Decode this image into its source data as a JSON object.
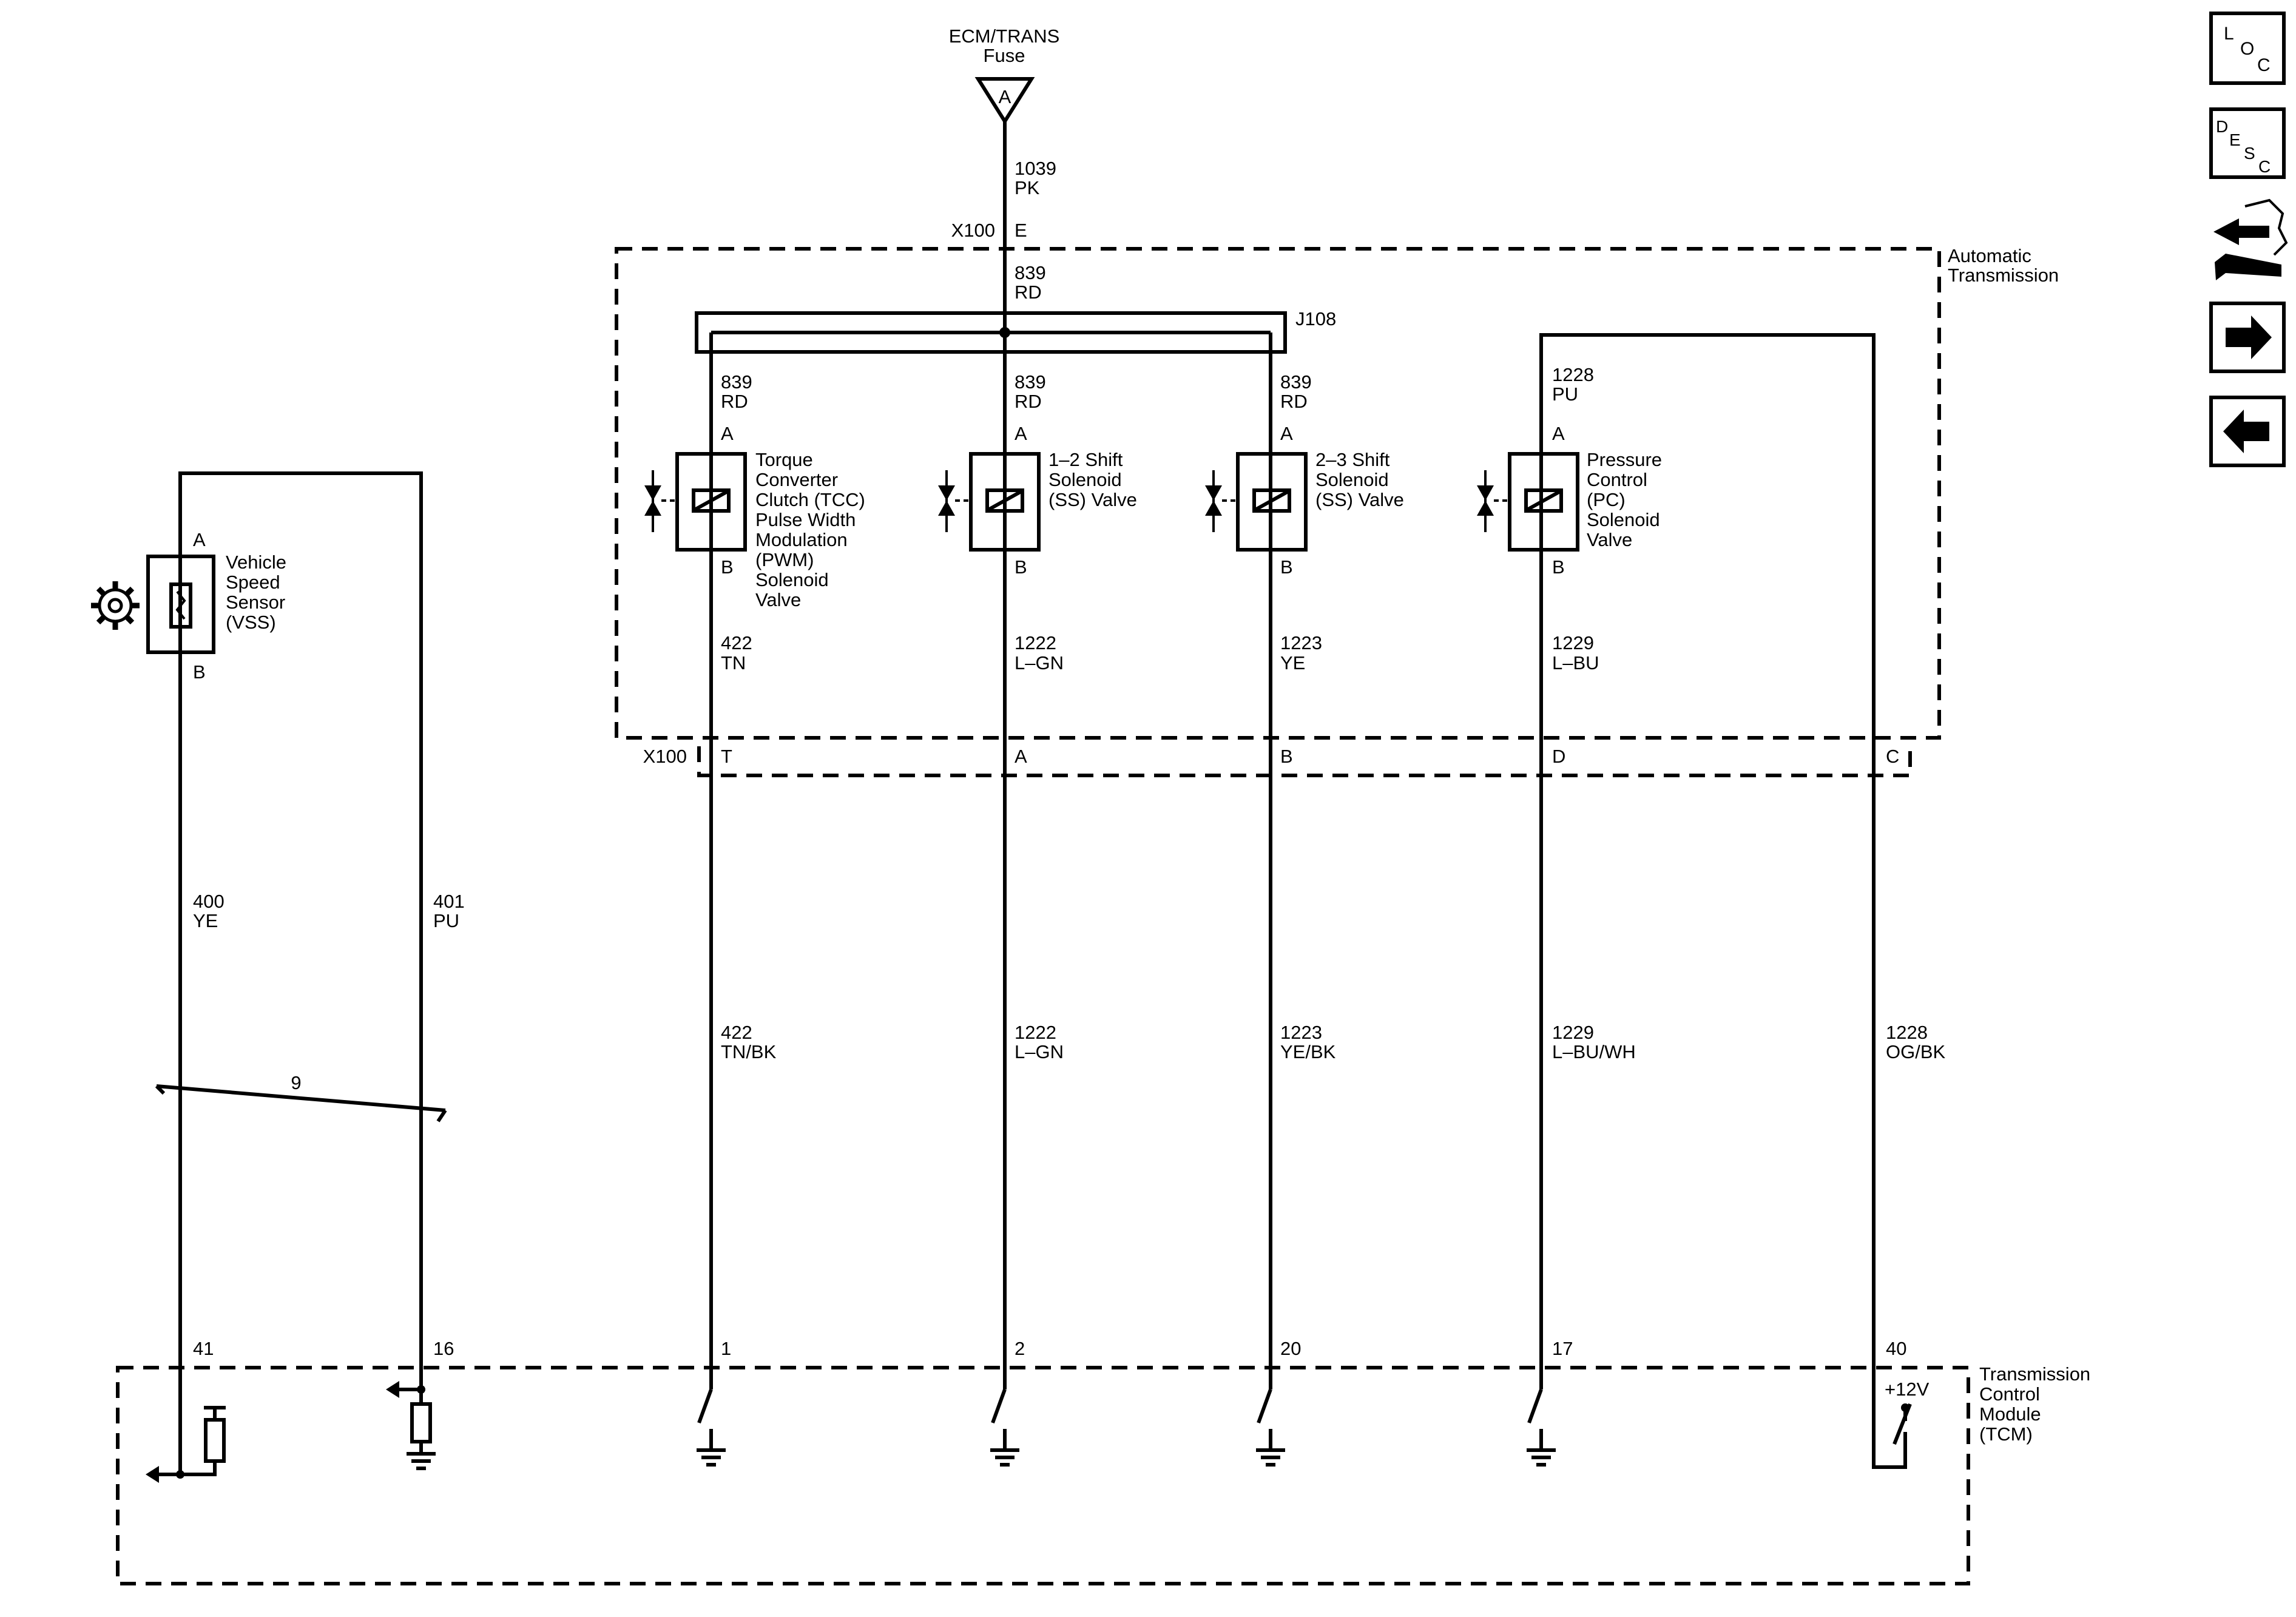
{
  "fuse": {
    "name_line1": "ECM/TRANS",
    "name_line2": "Fuse",
    "terminal": "A"
  },
  "top_circuit": {
    "number": "1039",
    "color": "PK"
  },
  "top_connector": {
    "name": "X100",
    "pin": "E"
  },
  "feed_circuit": {
    "number": "839",
    "color": "RD"
  },
  "splice": "J108",
  "auto_trans_label": {
    "line1": "Automatic",
    "line2": "Transmission"
  },
  "lower_connector": "X100",
  "solenoids": [
    {
      "id": "tcc",
      "circuit": "839",
      "color": "RD",
      "pin_a": "A",
      "pin_b": "B",
      "name_lines": [
        "Torque",
        "Converter",
        "Clutch (TCC)",
        "Pulse Width",
        "Modulation",
        "(PWM)",
        "Solenoid",
        "Valve"
      ],
      "out_circuit": "422",
      "out_color": "TN",
      "x100_pin": "T",
      "harness_circuit": "422",
      "harness_color": "TN/BK",
      "tcm_pin": "1"
    },
    {
      "id": "ss12",
      "circuit": "839",
      "color": "RD",
      "pin_a": "A",
      "pin_b": "B",
      "name_lines": [
        "1–2 Shift",
        "Solenoid",
        "(SS) Valve"
      ],
      "out_circuit": "1222",
      "out_color": "L–GN",
      "x100_pin": "A",
      "harness_circuit": "1222",
      "harness_color": "L–GN",
      "tcm_pin": "2"
    },
    {
      "id": "ss23",
      "circuit": "839",
      "color": "RD",
      "pin_a": "A",
      "pin_b": "B",
      "name_lines": [
        "2–3 Shift",
        "Solenoid",
        "(SS) Valve"
      ],
      "out_circuit": "1223",
      "out_color": "YE",
      "x100_pin": "B",
      "harness_circuit": "1223",
      "harness_color": "YE/BK",
      "tcm_pin": "20"
    },
    {
      "id": "pc",
      "circuit": "1228",
      "color": "PU",
      "pin_a": "A",
      "pin_b": "B",
      "name_lines": [
        "Pressure",
        "Control",
        "(PC)",
        "Solenoid",
        "Valve"
      ],
      "out_circuit": "1229",
      "out_color": "L–BU",
      "x100_pin": "D",
      "harness_circuit": "1229",
      "harness_color": "L–BU/WH",
      "tcm_pin": "17"
    }
  ],
  "pc_return": {
    "x100_pin": "C",
    "harness_circuit": "1228",
    "harness_color": "OG/BK",
    "tcm_pin": "40",
    "supply": "+12V"
  },
  "vss": {
    "name_lines": [
      "Vehicle",
      "Speed",
      "Sensor",
      "(VSS)"
    ],
    "pin_a": "A",
    "pin_b": "B",
    "wire1": {
      "number": "400",
      "color": "YE",
      "tcm_pin": "41"
    },
    "wire2": {
      "number": "401",
      "color": "PU",
      "tcm_pin": "16"
    },
    "twist_label": "9"
  },
  "tcm": {
    "lines": [
      "Transmission",
      "Control",
      "Module",
      "(TCM)"
    ]
  },
  "nav": {
    "loc": [
      "L",
      "O",
      "C"
    ],
    "desc": [
      "D",
      "E",
      "S",
      "C"
    ],
    "icons": [
      "connector-service-icon",
      "arrow-right-icon",
      "arrow-left-icon"
    ]
  }
}
